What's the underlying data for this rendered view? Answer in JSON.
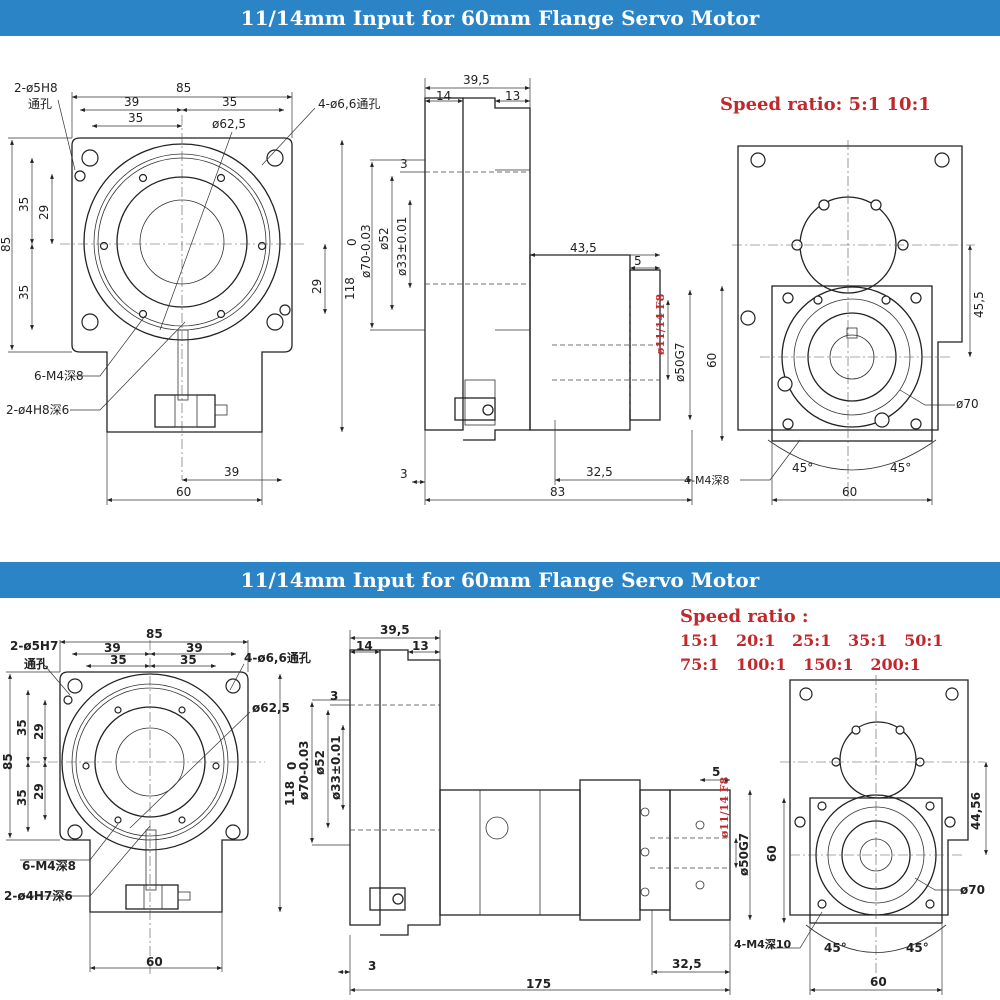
{
  "top": {
    "title": "11/14mm Input for 60mm Flange Servo Motor",
    "speed_ratio": "Speed ratio: 5:1 10:1",
    "front": {
      "w85": "85",
      "w39a": "39",
      "w39b": "35",
      "w35": "35",
      "h35a": "35",
      "h29a": "29",
      "h85": "85",
      "h35b": "35",
      "h29b": "29",
      "h118": "118",
      "d62": "ø62,5",
      "hole_a": "2-ø5H8",
      "hole_a_sub": "通孔",
      "hole_b": "4-ø6,6通孔",
      "tap": "6-M4深8",
      "hole_c": "2-ø4H8深6",
      "b39": "39",
      "b60": "60"
    },
    "side": {
      "w395": "39,5",
      "w14": "14",
      "w13": "13",
      "d3": "3",
      "d0": "0",
      "d70": "ø70-0.03",
      "d52": "ø52",
      "d33": "ø33±0.01",
      "l435": "43,5",
      "d5": "5",
      "d11": "ø11/14 F8",
      "d50": "ø50G7",
      "b3": "3",
      "b325": "32,5",
      "b83": "83"
    },
    "flange": {
      "h455": "45,5",
      "v60": "60",
      "d70": "ø70",
      "tap": "4-M4深8",
      "a1": "45°",
      "a2": "45°",
      "w60": "60"
    }
  },
  "bottom": {
    "title": "11/14mm Input for 60mm Flange Servo Motor",
    "speed_label": "Speed ratio :",
    "speed_row1": "15:1   20:1   25:1   35:1   50:1",
    "speed_row2": "75:1   100:1   150:1   200:1",
    "front": {
      "w85": "85",
      "w39a": "39",
      "w39b": "39",
      "w35a": "35",
      "w35b": "35",
      "h35a": "35",
      "h29a": "29",
      "h85": "85",
      "h35b": "35",
      "h29b": "29",
      "h118": "118",
      "d62": "ø62,5",
      "hole_a": "2-ø5H7",
      "hole_a_sub": "通孔",
      "hole_b": "4-ø6,6通孔",
      "tap": "6-M4深8",
      "hole_c": "2-ø4H7深6",
      "b60": "60"
    },
    "side": {
      "w395": "39,5",
      "w14": "14",
      "w13": "13",
      "d3": "3",
      "d0": "0",
      "d70": "ø70-0.03",
      "d52": "ø52",
      "d33": "ø33±0.01",
      "d5": "5",
      "d11": "ø11/14 F8",
      "d50": "ø50G7",
      "b3": "3",
      "b325": "32,5",
      "b175": "175"
    },
    "flange": {
      "h4456": "44,56",
      "v60": "60",
      "d70": "ø70",
      "tap": "4-M4深10",
      "a1": "45°",
      "a2": "45°",
      "w60": "60"
    }
  }
}
